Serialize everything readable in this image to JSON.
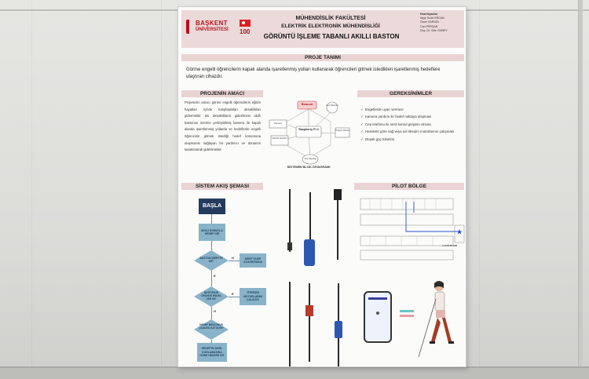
{
  "poster": {
    "logo_line1": "BAŞKENT",
    "logo_line2": "ÜNİVERSİTESİ",
    "anniversary": "100",
    "faculty": "MÜHENDİSLİK FAKÜLTESİ",
    "department": "ELEKTRİK ELEKTRONİK MÜHENDİSLİĞİ",
    "title": "GÖRÜNTÜ İŞLEME TABANLI AKILLI BASTON",
    "authors_heading": "Hazırlayanlar",
    "authors": [
      "Ayşe Sude ERCAN",
      "Ömer SARGIN",
      "Can PERŞAN"
    ],
    "advisor": "Doç. Dr. Sıtkı GÜNEY",
    "project_def_heading": "PROJE TANIMI",
    "project_def_text": "Görme engelli öğrencilerin kapalı alanda işaretlenmiş yolları kullanarak öğrencileri gitmek istedikleri işaretlenmiş hedeflere ulaştıran cihazdır.",
    "purpose_heading": "PROJENİN AMACI",
    "purpose_text": "Projemizin amacı görme engelli öğrencilerin eğitim hayatları içinde karşılaştıkları aksaklıkları gidermektir. Bu aksaklıkların giderilmesi akıllı bastonun üzerine yerleştirilmiş kamera ile kapalı alanda işaretlenmiş yollarda ve hedeflerde engelli öğrencinin gitmek istediği hedef konumuna ulaşmasını sağlayan bir yardımcı ve donanım tasarlanarak giderilmektir.",
    "requirements_heading": "GEREKSİNİMLER",
    "requirements": [
      "Engellerde uyarı vermesi",
      "Kamera yardımı ile hedef noktaya ulaşması",
      "Cep telefonu ile sesli komut girişinin olması",
      "Harekete göre sağ veya sol titreşim motorlarının çalışması",
      "Düşük güç tüketimi"
    ],
    "diagram": {
      "caption": "SİSTEMİN BLOK DİYAGRAMI",
      "center": "Raspberry Pi 4",
      "nodes": [
        "Beacon",
        "Cep Telefonu",
        "Kamera",
        "Titreşim Motoru",
        "Mesafe Sensörü",
        "Güç Kaynağı"
      ]
    },
    "flow_heading": "SİSTEM AKIŞ ŞEMASI",
    "flow": {
      "start": "BAŞLA",
      "step1": "SESLİ KOMUTLA HEDEF GİR",
      "decision1": "BASTON ŞERİTTE Mİ?",
      "action1": "ŞERİT TAKİP ALGORİTMASI",
      "decision2": "BASTONUN ÖNÜNDE ENGEL VAR MI?",
      "action2": "TİTREŞİM MOTORLARINI ÇALIŞTIR",
      "decision3": "HEDEF BASTONUN OLDUĞU KATTA MI?",
      "step_end": "HEDEF'İN ŞEKİL KODLAMASINA GÖRE HEDEFE GİT",
      "yes": "E",
      "no": "H"
    },
    "pilot_heading": "PİLOT BÖLGE",
    "floor_plan_label": "4. KAT PLANI"
  },
  "colors": {
    "header_bg": "#ecd9d9",
    "section_bar": "#ead3d3",
    "brand_red": "#b5121b",
    "flow_dark": "#243b5e",
    "flow_box": "#88b3c8"
  }
}
